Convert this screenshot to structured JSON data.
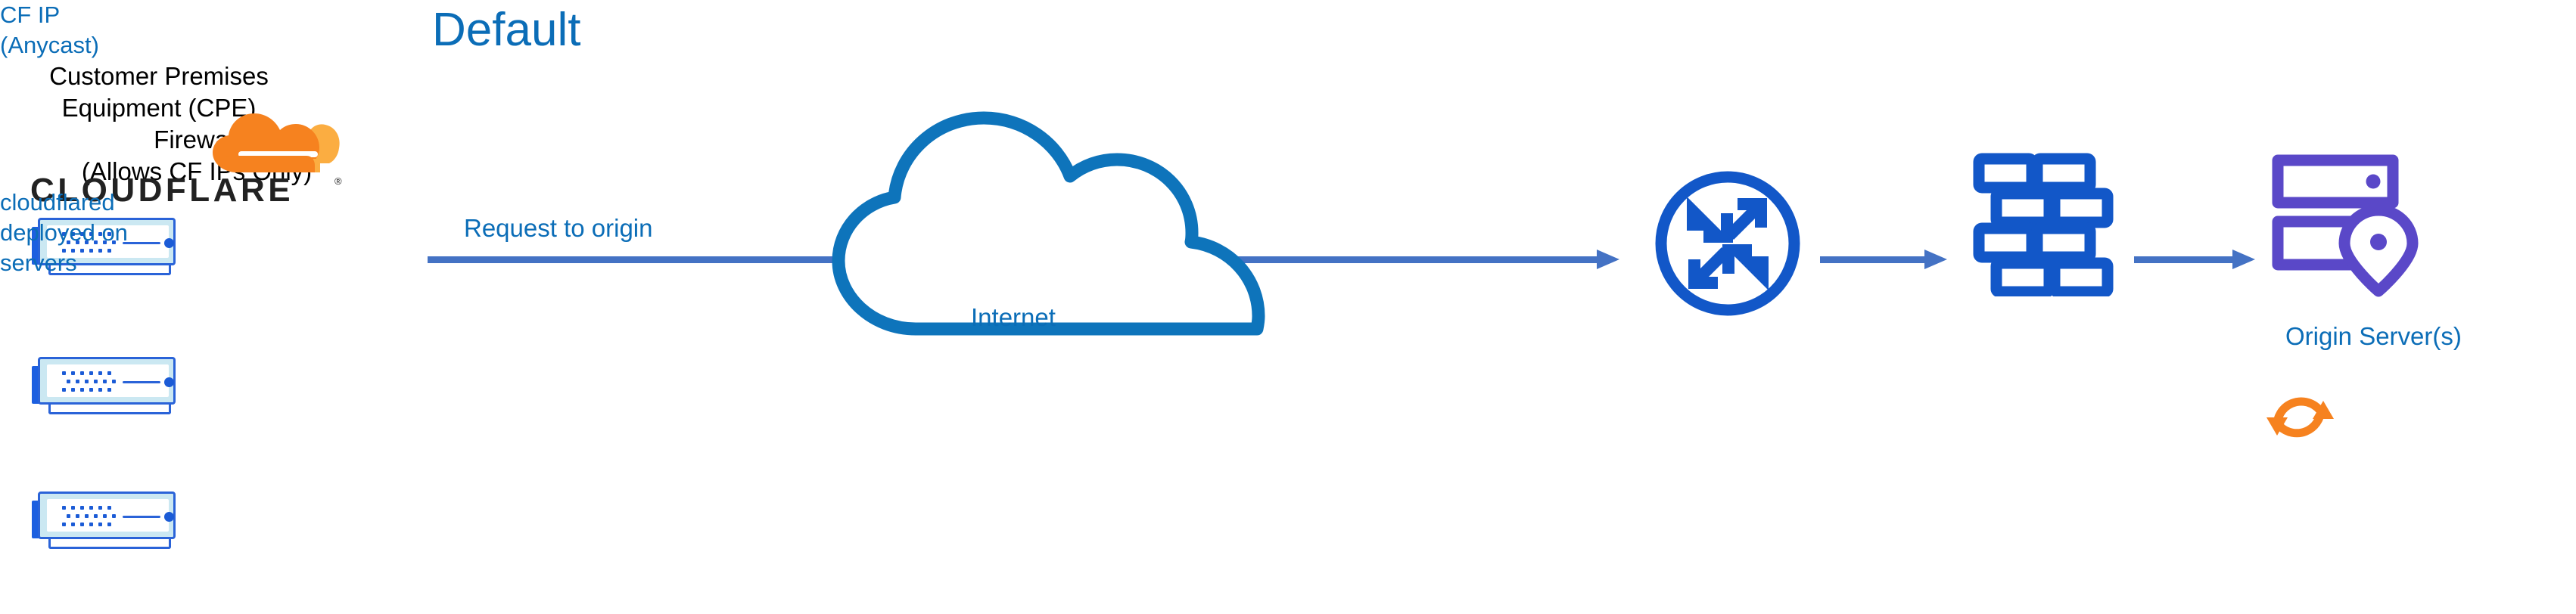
{
  "title": "Default",
  "colors": {
    "title_blue": "#0B6DB7",
    "label_blue": "#0B6DB7",
    "arrow_blue": "#4472C4",
    "icon_blue": "#1257C8",
    "cloud_outline_blue": "#0E74BB",
    "origin_purple": "#5A48C8",
    "cloudflare_orange": "#F6821F",
    "cloudflare_orange_light": "#FBAD41",
    "wordmark_dark": "#222222",
    "server_frame_blue": "#2A63D8",
    "server_fill_light": "#CBE8F2"
  },
  "cloudflare_logo": {
    "wordmark": "CLOUDFLARE",
    "registered_mark": "®",
    "mark_icon": "cloudflare-cloud-icon"
  },
  "server_stack": {
    "unit_icon": "server-rack-unit-icon",
    "units": [
      {
        "id": "cf-server-1"
      },
      {
        "id": "cf-server-2"
      },
      {
        "id": "cf-server-3"
      }
    ]
  },
  "flow": {
    "request_label": "Request to origin",
    "cf_ip_label_line1": "CF IP",
    "cf_ip_label_line2": "(Anycast)",
    "arrows": [
      {
        "id": "arrow-cf-to-cpe",
        "icon": "arrow-right-icon"
      },
      {
        "id": "arrow-cpe-to-firewall",
        "icon": "arrow-right-icon"
      },
      {
        "id": "arrow-firewall-to-origin",
        "icon": "arrow-right-icon"
      }
    ]
  },
  "nodes": {
    "internet": {
      "label": "Internet",
      "icon": "cloud-icon"
    },
    "cpe": {
      "label_line1": "Customer Premises",
      "label_line2": "Equipment (CPE)",
      "icon": "router-icon"
    },
    "firewall": {
      "label_line1": "Firewall",
      "label_line2": "(Allows CF IPs Only)",
      "icon": "brick-wall-icon"
    },
    "origin": {
      "label": "Origin Server(s)",
      "icon": "server-location-pin-icon"
    }
  },
  "annotation": {
    "icon": "sync-refresh-icon",
    "line1": "cloudflared",
    "line2": "deployed on",
    "line3": "servers"
  }
}
